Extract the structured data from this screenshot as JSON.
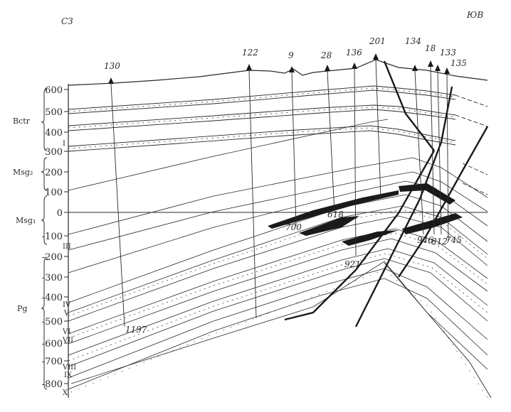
{
  "orientation": {
    "left": "СЗ",
    "right": "ЮВ"
  },
  "wells_top": [
    {
      "id": "130"
    },
    {
      "id": "122"
    },
    {
      "id": "9"
    },
    {
      "id": "28"
    },
    {
      "id": "136"
    },
    {
      "id": "201"
    },
    {
      "id": "134"
    },
    {
      "id": "18"
    },
    {
      "id": "133"
    },
    {
      "id": "135"
    }
  ],
  "depth_ticks": [
    "600",
    "500",
    "400",
    "300",
    "200",
    "100",
    "0",
    "-100",
    "-200",
    "-300",
    "-400",
    "-500",
    "-600",
    "-700",
    "-800"
  ],
  "stratigraphy": [
    {
      "label": "Bctr"
    },
    {
      "label": "Msg₂"
    },
    {
      "label": "Msg₁"
    },
    {
      "label": "Pg"
    }
  ],
  "roman_markers": [
    "I",
    "III",
    "IV",
    "V",
    "VI",
    "VII",
    "VIII",
    "IX",
    "X"
  ],
  "well_bottoms": [
    "1197",
    "700",
    "618",
    "921",
    "946",
    "812",
    "745"
  ],
  "colors": {
    "ink": "#2a2a2a",
    "fill": "#1a1a1a"
  }
}
